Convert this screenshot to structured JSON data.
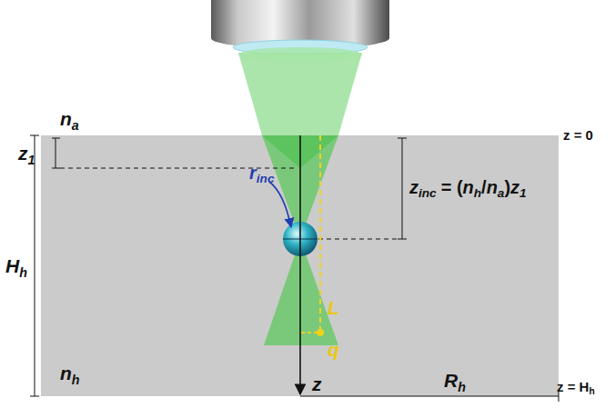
{
  "diagram": {
    "labels": [
      "n",
      "a",
      "z",
      "1",
      "z",
      "inc",
      "= (",
      "n",
      "h",
      "/",
      "n",
      "a",
      ")",
      "z",
      "1",
      "r",
      "inc",
      "H",
      "h",
      "L",
      "q",
      "n",
      "h",
      "R",
      "h",
      "z",
      "z = 0",
      "z = H",
      "h"
    ]
  }
}
